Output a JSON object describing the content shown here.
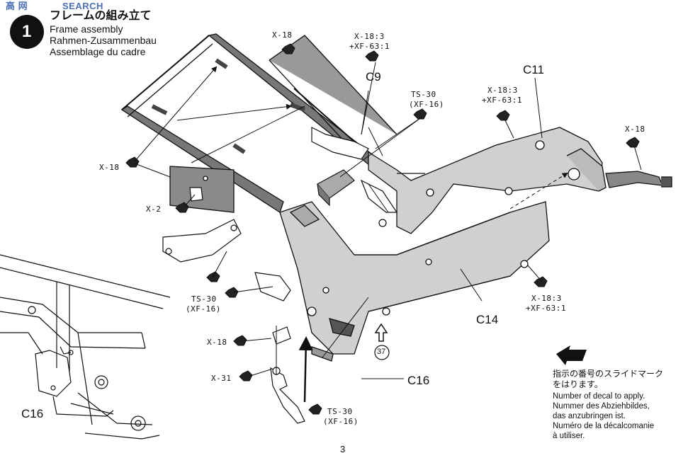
{
  "step": {
    "number": "1",
    "title_jp": "フレームの組み立て",
    "title_en": "Frame assembly",
    "title_de": "Rahmen-Zusammenbau",
    "title_fr": "Assemblage du cadre"
  },
  "watermark": {
    "site": "SEARCH",
    "logo_text": "高  网"
  },
  "labels": {
    "x18_top": "X-18",
    "x18_xf63_top_1": "X-18:3",
    "x18_xf63_top_2": "+XF-63:1",
    "c9": "C9",
    "ts30_top_1": "TS-30",
    "ts30_top_2": "(XF-16)",
    "c11": "C11",
    "x18_xf63_mid_1": "X-18:3",
    "x18_xf63_mid_2": "+XF-63:1",
    "x18_right": "X-18",
    "x18_left": "X-18",
    "x2": "X-2",
    "ts30_left_1": "TS-30",
    "ts30_left_2": "(XF-16)",
    "x18_xf63_low_1": "X-18:3",
    "x18_xf63_low_2": "+XF-63:1",
    "c14": "C14",
    "x18_lower": "X-18",
    "ref_37": "37",
    "x31": "X-31",
    "c16_main": "C16",
    "c16_inset": "C16",
    "ts30_bottom_1": "TS-30",
    "ts30_bottom_2": "(XF-16)"
  },
  "decal_note": {
    "jp_1": "指示の番号のスライドマーク",
    "jp_2": "をはります。",
    "en_1": "Number of decal to apply.",
    "de_1": "Nummer des Abziehbildes,",
    "de_2": "das anzubringen ist.",
    "fr_1": "Numéro de la décalcomanie",
    "fr_2": "à utiliser."
  },
  "page_number": "3",
  "colors": {
    "frame_fill": "#cfcfcf",
    "frame_dark": "#555555",
    "line": "#111111",
    "watermark": "#4d6fb3"
  }
}
